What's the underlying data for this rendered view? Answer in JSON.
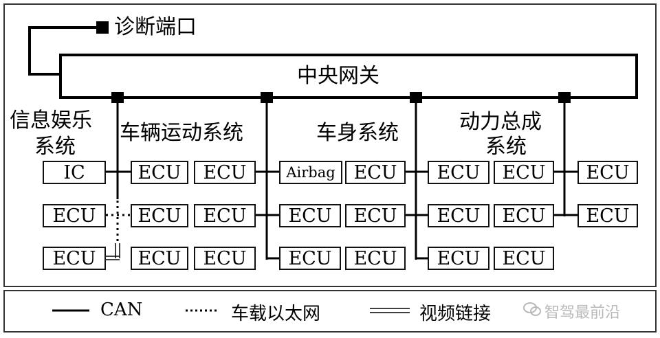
{
  "diagnostic_port": {
    "label": "诊断端口"
  },
  "gateway": {
    "label": "中央网关"
  },
  "domains": {
    "infotainment": {
      "label_line1": "信息娱乐",
      "label_line2": "系统",
      "rows": [
        [
          "IC"
        ],
        [
          "ECU"
        ],
        [
          "ECU"
        ]
      ]
    },
    "vehicle_motion": {
      "label": "车辆运动系统",
      "rows": [
        [
          "ECU",
          "ECU"
        ],
        [
          "ECU",
          "ECU"
        ],
        [
          "ECU",
          "ECU"
        ]
      ]
    },
    "body": {
      "label": "车身系统",
      "rows": [
        [
          "Airbag",
          "ECU"
        ],
        [
          "ECU",
          "ECU"
        ],
        [
          "ECU",
          "ECU"
        ]
      ]
    },
    "powertrain": {
      "label_line1": "动力总成",
      "label_line2": "系统",
      "rows": [
        [
          "ECU",
          "ECU"
        ],
        [
          "ECU",
          "ECU"
        ],
        [
          "ECU",
          "ECU"
        ]
      ],
      "extra": [
        "ECU",
        "ECU"
      ]
    }
  },
  "legend": {
    "can": "CAN",
    "ethernet": "车载以太网",
    "video": "视频链接"
  },
  "watermark": "智驾最前沿",
  "colors": {
    "line": "#000000",
    "frame": "#333333",
    "watermark": "#b8b8b8"
  }
}
